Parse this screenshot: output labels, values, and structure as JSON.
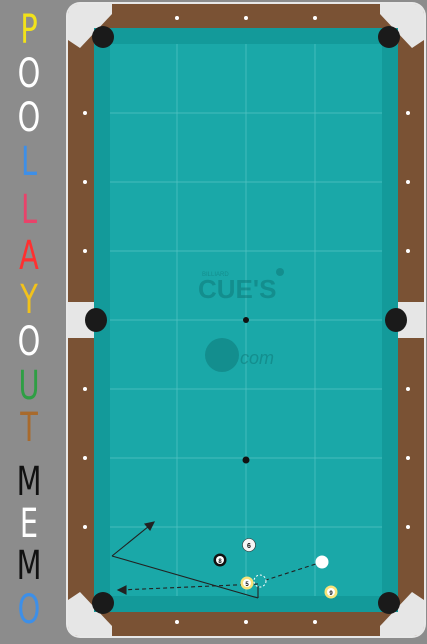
{
  "side_title": {
    "letters": [
      {
        "char": "P",
        "color": "#f2e21a"
      },
      {
        "char": "O",
        "color": "#ffffff"
      },
      {
        "char": "O",
        "color": "#ffffff"
      },
      {
        "char": "L",
        "color": "#3d8fe8"
      },
      {
        "char": "L",
        "color": "#e8436a"
      },
      {
        "char": "A",
        "color": "#ff3030"
      },
      {
        "char": "Y",
        "color": "#f2c21a"
      },
      {
        "char": "O",
        "color": "#ffffff"
      },
      {
        "char": "U",
        "color": "#2f9e44"
      },
      {
        "char": "T",
        "color": "#a86a2c"
      },
      {
        "char": "M",
        "color": "#111111"
      },
      {
        "char": "E",
        "color": "#ffffff"
      },
      {
        "char": "M",
        "color": "#111111"
      },
      {
        "char": "O",
        "color": "#3d8fe8"
      }
    ]
  },
  "logo": {
    "small": "BILLIARD",
    "main": "CUE'S",
    "com": "com"
  },
  "balls": [
    {
      "label": "8",
      "kind": "eight"
    },
    {
      "label": "6",
      "kind": "white-num"
    },
    {
      "label": "5",
      "kind": "yellow"
    },
    {
      "label": "9",
      "kind": "yellow-stripe"
    },
    {
      "label": "",
      "kind": "cue"
    }
  ],
  "colors": {
    "cloth": "#1aa8a8",
    "rail": "#7a5234",
    "cushion": "#159a9a",
    "background": "#8c8c8c"
  }
}
